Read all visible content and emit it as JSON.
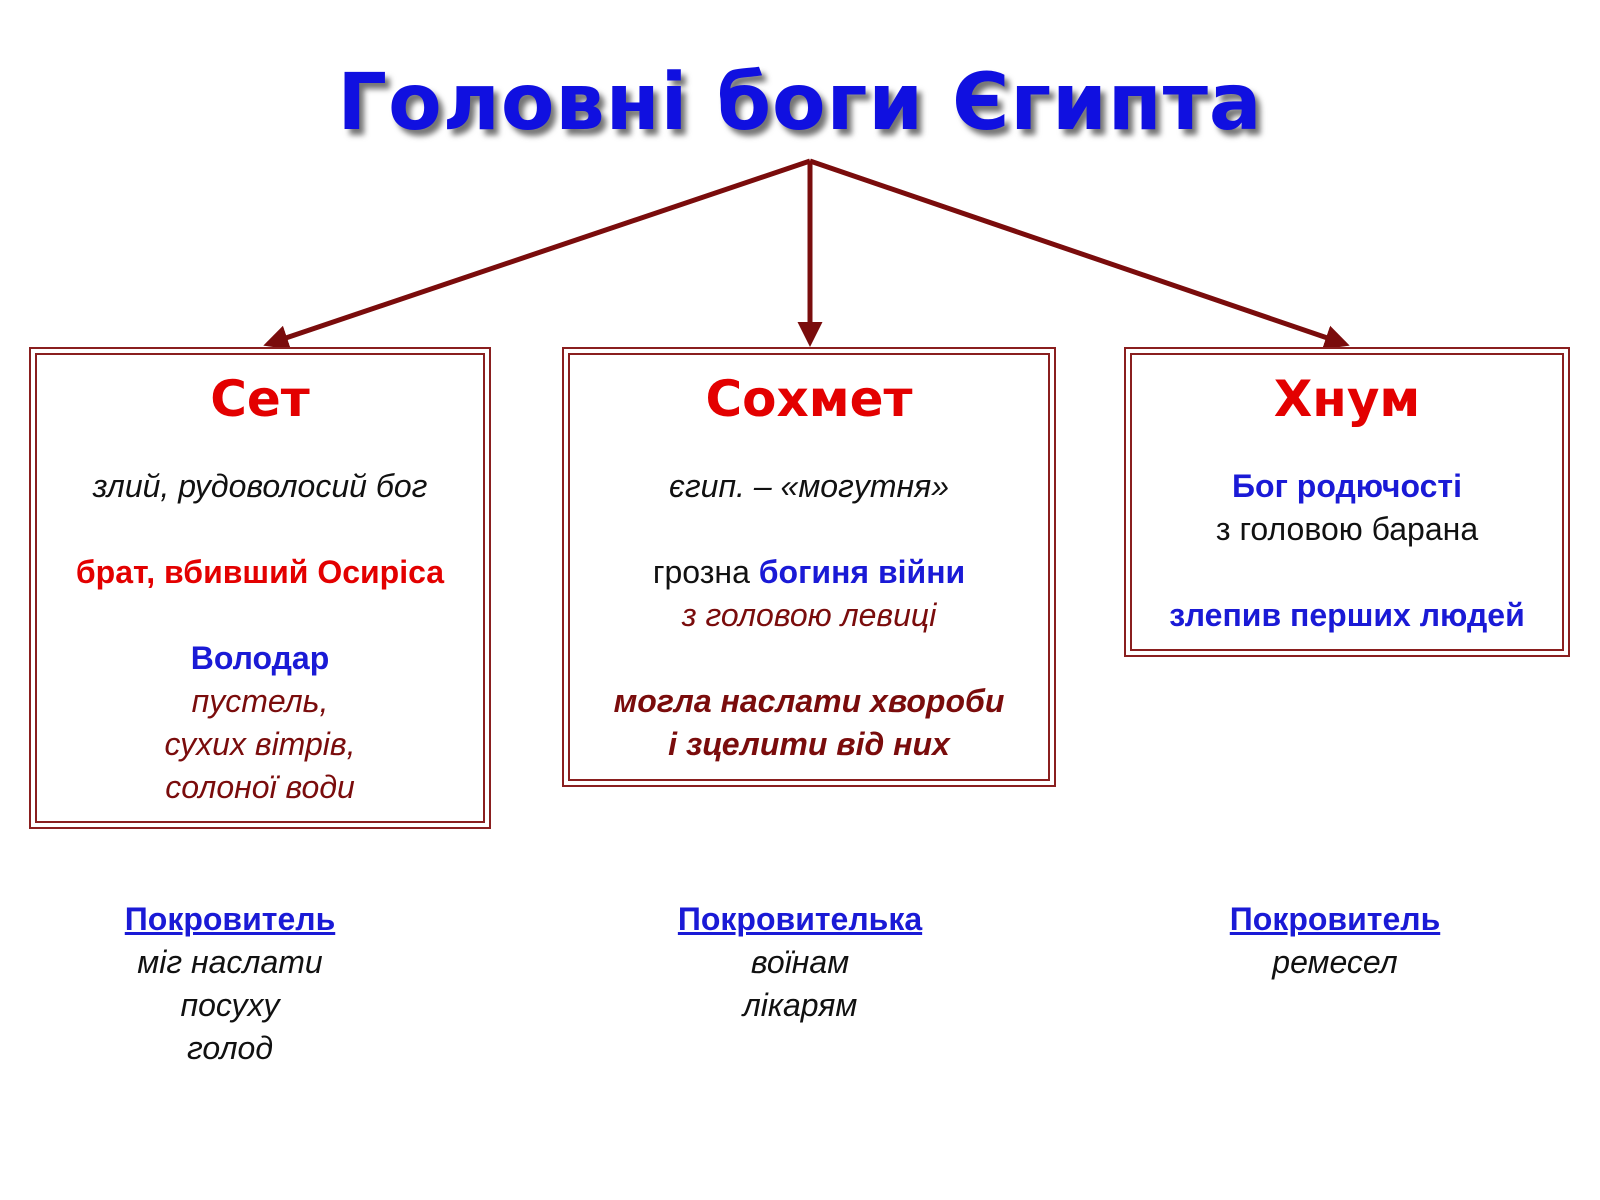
{
  "title": "Головні боги Єгипта",
  "colors": {
    "title": "#1010e0",
    "god_name": "#e30000",
    "border": "#8a1f1f",
    "arrow": "#7a0c0c",
    "blue_text": "#1a1ad6",
    "maroon_text": "#7a0c0c"
  },
  "gods": [
    {
      "name": "Сет",
      "line1": "злий, рудоволосий бог",
      "line2": "брат, вбивший Осиріса",
      "line3": "Володар",
      "line4": "пустель,",
      "line5": "сухих вітрів,",
      "line6": "солоної води"
    },
    {
      "name": "Сохмет",
      "line1": "єгип. – «могутня»",
      "line2_prefix": "грозна ",
      "line2_highlight": "богиня війни",
      "line3": "з головою левиці",
      "line4": "могла наслати хвороби",
      "line5": "і зцелити від них"
    },
    {
      "name": "Хнум",
      "line1": "Бог родючості",
      "line2": "з головою барана",
      "line3": "злепив перших людей"
    }
  ],
  "patrons": [
    {
      "heading": "Покровитель",
      "items": [
        "міг наслати",
        "посуху",
        "голод"
      ]
    },
    {
      "heading": "Покровителька",
      "items": [
        "воїнам",
        "лікарям"
      ]
    },
    {
      "heading": "Покровитель",
      "items": [
        "ремесел"
      ]
    }
  ]
}
